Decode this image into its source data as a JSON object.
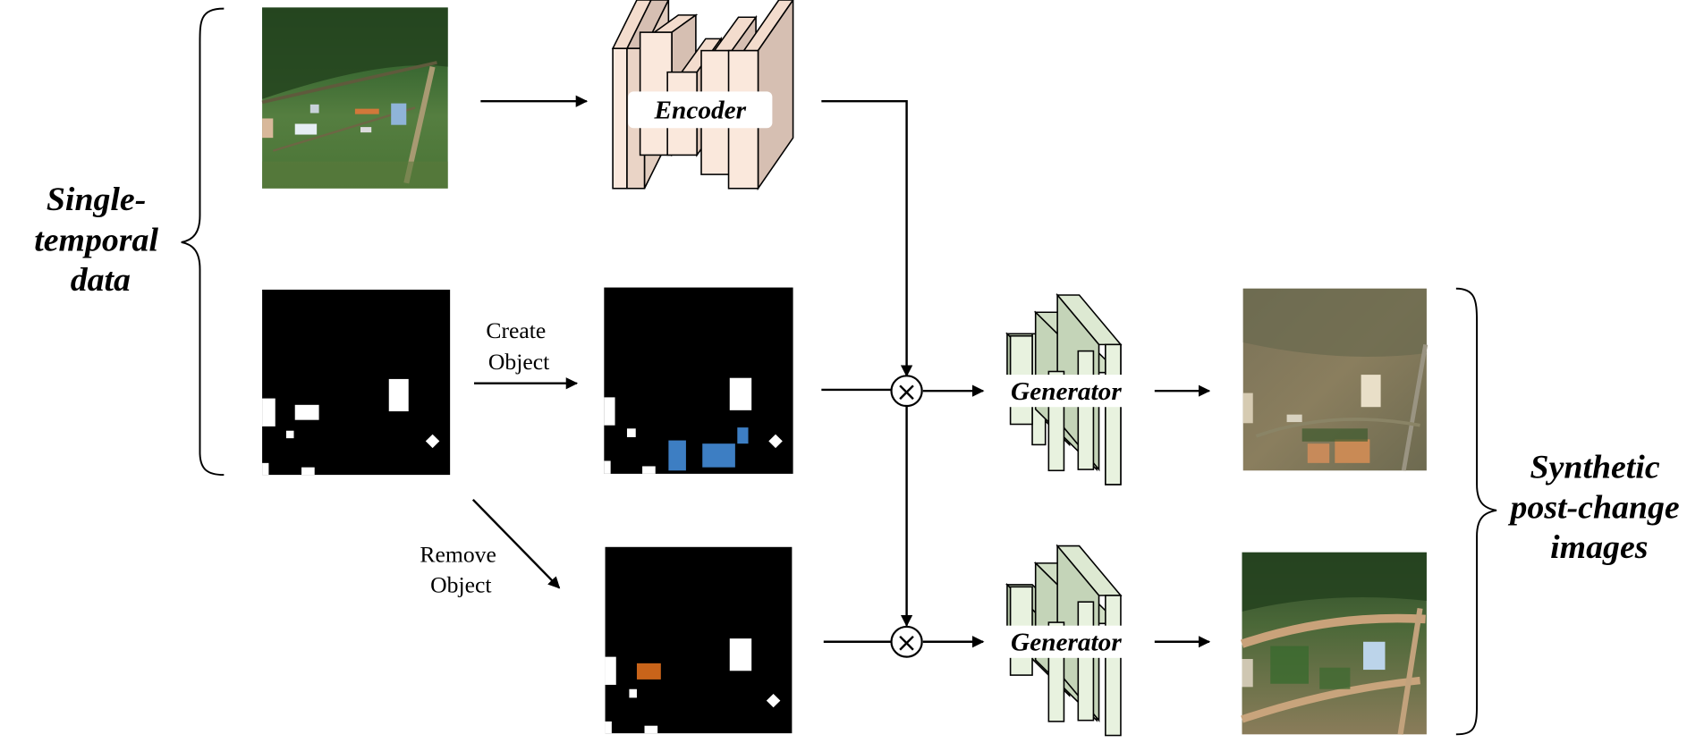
{
  "left_label": [
    "Single-",
    "temporal",
    "data"
  ],
  "right_label": [
    "Synthetic",
    "post-change",
    "images"
  ],
  "encoder_label": "Encoder",
  "generator_label": "Generator",
  "create_label": [
    "Create",
    "Object"
  ],
  "remove_label": [
    "Remove",
    "Object"
  ],
  "multiply_symbol": "×",
  "colors": {
    "encoder_fill": "#fae8dc",
    "encoder_side": "#d6bfb2",
    "generator_fill": "#e8f2df",
    "generator_side": "#c4d4b8",
    "create_mask": "#3d7ec3",
    "remove_mask": "#c9641a",
    "mask_bg": "#000000",
    "mask_fg": "#ffffff"
  }
}
